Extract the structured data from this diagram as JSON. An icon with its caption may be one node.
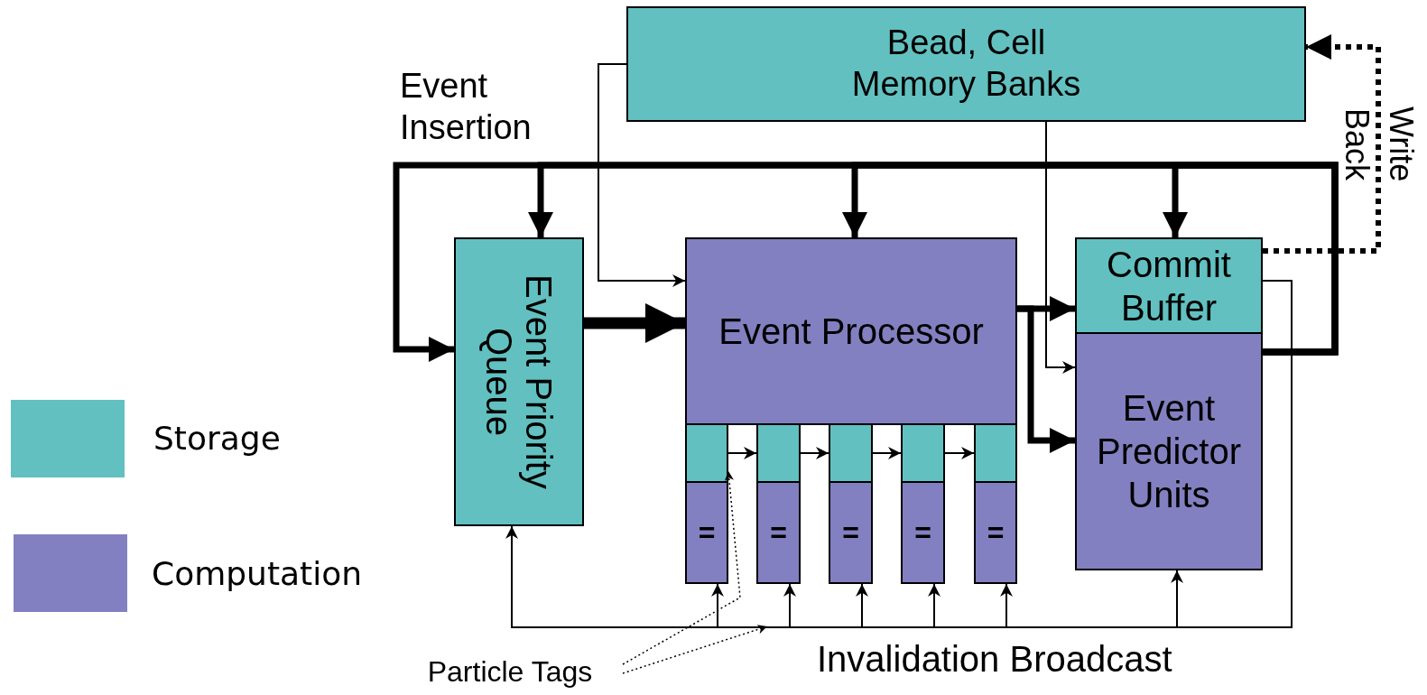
{
  "diagram": {
    "nodes": [
      {
        "text": [
          "Bead, Cell Memory Banks"
        ]
      },
      {
        "text": [
          "Event Priority Queue"
        ]
      },
      {
        "text": [
          "Event Processor"
        ]
      },
      {
        "text": [],
        "shape": "box"
      },
      {
        "text": [],
        "shape": "box"
      },
      {
        "text": [],
        "shape": "box"
      },
      {
        "text": [],
        "shape": "box"
      },
      {
        "text": [],
        "shape": "box"
      },
      {
        "text": [
          "="
        ]
      },
      {
        "text": [
          "="
        ]
      },
      {
        "text": [
          "="
        ]
      },
      {
        "text": [
          "="
        ]
      },
      {
        "text": [
          "="
        ]
      },
      {
        "text": [
          "Commit Buffer"
        ]
      },
      {
        "text": [
          "Event Predictor Units"
        ]
      },
      {
        "text": [
          "Particle Tags"
        ]
      }
    ],
    "edges": [
      {
        "from": 14,
        "to": 1,
        "arrow": "to",
        "style": "thick"
      },
      {
        "from": 14,
        "to": 1,
        "arrow": "to",
        "style": "thick"
      },
      {
        "from": 14,
        "to": 2,
        "arrow": "to",
        "style": "thick"
      },
      {
        "from": 14,
        "to": 13,
        "arrow": "to",
        "style": "thick"
      },
      {
        "from": 1,
        "to": 2,
        "arrow": "to",
        "style": "thick"
      },
      {
        "from": 0,
        "to": 2,
        "arrow": "to"
      },
      {
        "from": 0,
        "to": 14,
        "arrow": "to"
      },
      {
        "from": 2,
        "to": 13,
        "arrow": "to",
        "style": "thick"
      },
      {
        "from": 2,
        "to": 14,
        "arrow": "to",
        "style": "thick"
      },
      {
        "from": 13,
        "to": 0,
        "arrow": "to",
        "style": "dashed",
        "label": "Write Back"
      },
      {
        "from": 3,
        "to": 4,
        "arrow": "to"
      },
      {
        "from": 4,
        "to": 5,
        "arrow": "to"
      },
      {
        "from": 5,
        "to": 6,
        "arrow": "to"
      },
      {
        "from": 6,
        "to": 7,
        "arrow": "to"
      },
      {
        "from": 13,
        "to": 1,
        "arrow": "to"
      },
      {
        "from": 13,
        "to": 8,
        "arrow": "to"
      },
      {
        "from": 13,
        "to": 9,
        "arrow": "to"
      },
      {
        "from": 13,
        "to": 10,
        "arrow": "to"
      },
      {
        "from": 13,
        "to": 11,
        "arrow": "to"
      },
      {
        "from": 13,
        "to": 12,
        "arrow": "to"
      },
      {
        "from": 13,
        "to": 14,
        "arrow": "to"
      },
      {
        "from": 15,
        "to": 3,
        "arrow": "to",
        "style": "dashed"
      },
      {
        "from": 15,
        "to": null,
        "arrow": "to",
        "style": "dashed"
      }
    ],
    "labels": [
      "Event Insertion",
      "Invalidation Broadcast"
    ],
    "legend": [
      {
        "text": "Storage",
        "color": "#62c0c0"
      },
      {
        "text": "Computation",
        "color": "#8280c0"
      }
    ]
  }
}
